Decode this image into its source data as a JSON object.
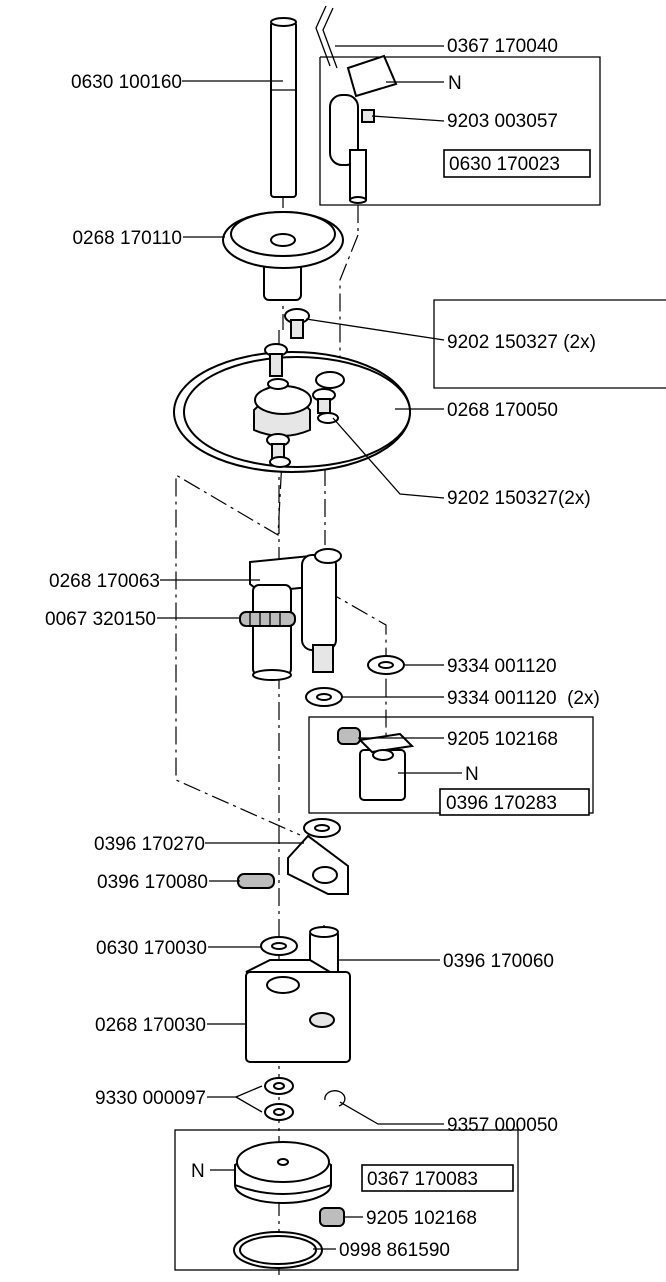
{
  "parts": [
    {
      "id": "p1",
      "label": "0367 170040"
    },
    {
      "id": "p2",
      "label": "0630 100160"
    },
    {
      "id": "p3",
      "label": "N"
    },
    {
      "id": "p4",
      "label": "9203 003057"
    },
    {
      "id": "p5",
      "label": "0630 170023",
      "boxed": true
    },
    {
      "id": "p6",
      "label": "0268 170110"
    },
    {
      "id": "p7",
      "label": "9202 150327 (2x)"
    },
    {
      "id": "p8",
      "label": "0268 170050"
    },
    {
      "id": "p9",
      "label": "9202 150327(2x)"
    },
    {
      "id": "p10",
      "label": "0268 170063"
    },
    {
      "id": "p11",
      "label": "0067 320150"
    },
    {
      "id": "p12",
      "label": "9334 001120"
    },
    {
      "id": "p13",
      "label": "9334 001120  (2x)"
    },
    {
      "id": "p14",
      "label": "9205 102168"
    },
    {
      "id": "p15",
      "label": "N"
    },
    {
      "id": "p16",
      "label": "0396 170283",
      "boxed": true
    },
    {
      "id": "p17",
      "label": "0396 170270"
    },
    {
      "id": "p18",
      "label": "0396 170080"
    },
    {
      "id": "p19",
      "label": "0630 170030"
    },
    {
      "id": "p20",
      "label": "0396 170060"
    },
    {
      "id": "p21",
      "label": "0268 170030"
    },
    {
      "id": "p22",
      "label": "9330 000097"
    },
    {
      "id": "p23",
      "label": "9357 000050"
    },
    {
      "id": "p24",
      "label": "N"
    },
    {
      "id": "p25",
      "label": "0367 170083",
      "boxed": true
    },
    {
      "id": "p26",
      "label": "9205 102168"
    },
    {
      "id": "p27",
      "label": "0998 861590"
    }
  ]
}
